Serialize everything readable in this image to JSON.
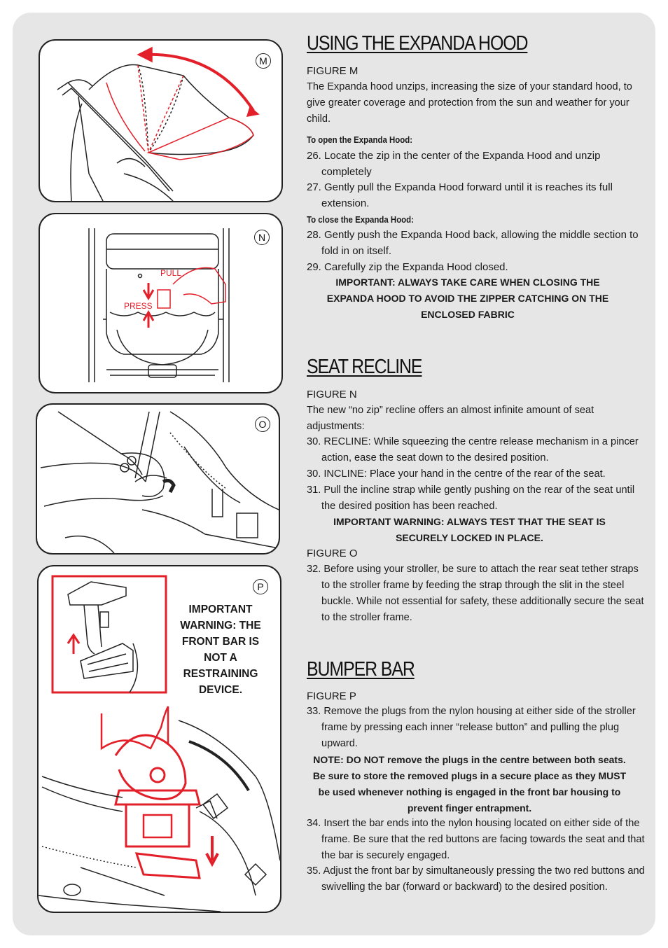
{
  "figures": {
    "m": {
      "badge": "M"
    },
    "n": {
      "badge": "N",
      "pull_label": "PULL",
      "press_label": "PRESS"
    },
    "o": {
      "badge": "O"
    },
    "p": {
      "badge": "P",
      "warning": "IMPORTANT WARNING: THE FRONT BAR IS NOT A RESTRAINING DEVICE."
    }
  },
  "hood": {
    "title": "USING THE EXPANDA HOOD",
    "figure_label": "FIGURE M",
    "intro": "The Expanda hood unzips, increasing the size of your standard hood, to give greater coverage and protection from the sun and weather for your child.",
    "open_heading": "To open the Expanda Hood:",
    "step26": "26. Locate the zip in the center of the Expanda Hood and unzip completely",
    "step27": "27. Gently pull the Expanda Hood forward until it is reaches its full extension.",
    "close_heading": "To close the Expanda Hood:",
    "step28": "28. Gently push the Expanda Hood back, allowing the middle section to fold in on itself.",
    "step29": "29. Carefully zip the Expanda Hood closed.",
    "important": "IMPORTANT: ALWAYS TAKE CARE WHEN CLOSING THE EXPANDA HOOD TO AVOID THE ZIPPER CATCHING ON THE ENCLOSED FABRIC"
  },
  "recline": {
    "title": "SEAT RECLINE",
    "figure_n_label": "FIGURE N",
    "intro": "The new “no zip” recline offers an almost infinite amount of seat adjustments:",
    "step30a": "30. RECLINE: While squeezing the centre release mechanism in a pincer action, ease the seat down to the desired position.",
    "step30b": "30. INCLINE: Place your hand in the centre of the rear of the seat.",
    "step31": "31. Pull the incline strap while gently pushing on the rear of the seat until the desired position has been reached.",
    "warning": "IMPORTANT WARNING: ALWAYS TEST THAT THE SEAT IS SECURELY LOCKED IN PLACE.",
    "figure_o_label": "FIGURE O",
    "step32": "32. Before using your stroller, be sure to attach the rear seat tether straps to the stroller frame by feeding the strap through the slit in the steel buckle. While not essential for safety, these additionally secure the seat to the stroller frame."
  },
  "bumper": {
    "title": "BUMPER BAR",
    "figure_label": "FIGURE P",
    "step33": "33. Remove the plugs from the nylon housing at either side of the stroller frame by pressing each inner “release button” and pulling the plug upward.",
    "note": "NOTE: DO NOT remove the plugs in the centre between both seats. Be sure to store the removed plugs in a secure place as they MUST be used whenever nothing is engaged in the front bar housing to prevent finger entrapment.",
    "step34": "34. Insert the bar ends into the nylon housing located on either side of the frame. Be sure that the red buttons are facing towards the seat and that the bar is securely engaged.",
    "step35": "35. Adjust the front bar by simultaneously pressing the two  red buttons and swivelling the bar (forward or backward) to the desired position."
  },
  "colors": {
    "panel": "#e6e6e6",
    "accent_red": "#e3202a",
    "ink": "#1a1a1a"
  }
}
